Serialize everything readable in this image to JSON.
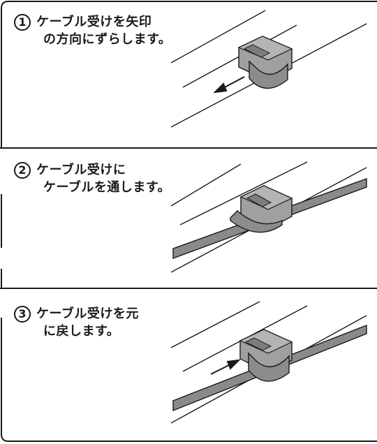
{
  "steps": [
    {
      "number": "1",
      "line1": "ケーブル受けを矢印",
      "line2": "の方向にずらします。",
      "illustration": "cable-holder-slide-left"
    },
    {
      "number": "2",
      "line1": "ケーブル受けに",
      "line2": "ケーブルを通します。",
      "illustration": "cable-through-holder"
    },
    {
      "number": "3",
      "line1": "ケーブル受けを元",
      "line2": "に戻します。",
      "illustration": "cable-holder-slide-back"
    }
  ],
  "colors": {
    "line": "#1a1a1a",
    "holder_fill": "#8c8c8c",
    "holder_dark": "#6e6e6e",
    "cable_fill": "#8a8a8a"
  }
}
